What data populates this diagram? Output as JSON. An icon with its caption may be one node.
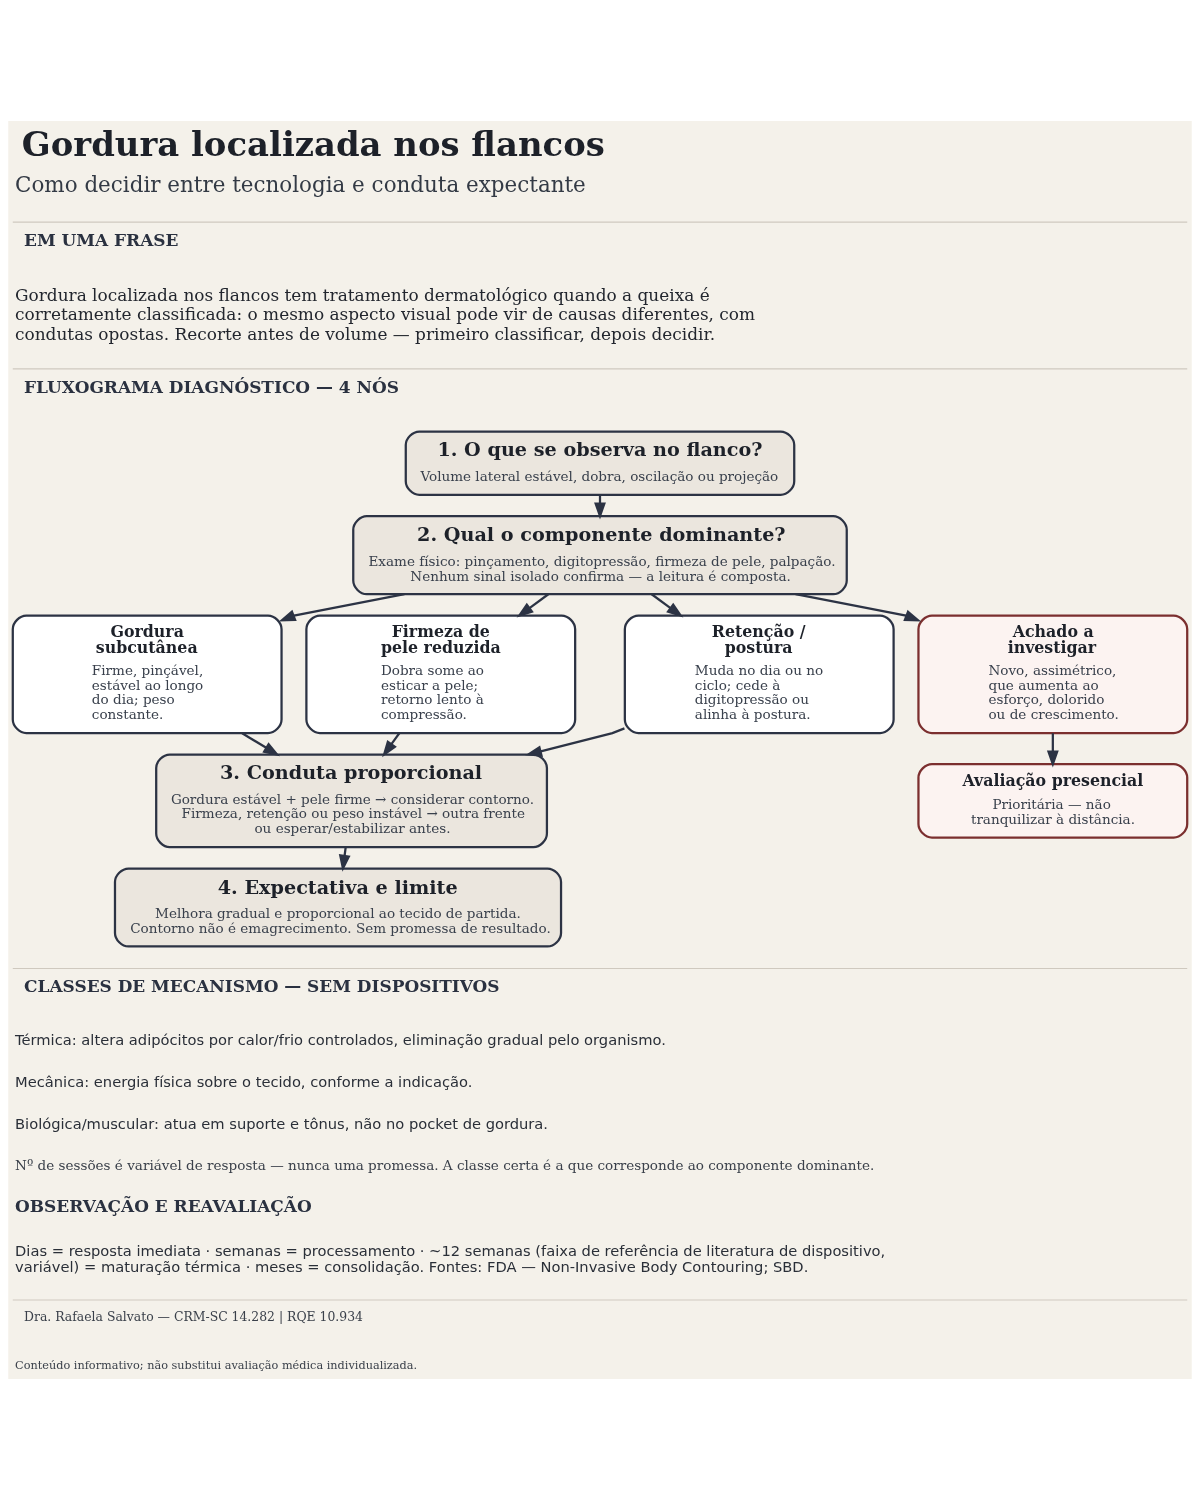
{
  "diagram": {
    "title": "Gordura localizada nos flancos",
    "nodes": [
      {
        "text": [
          "1. O que se observa no flanco?",
          "Volume lateral estável, dobra, oscilação ou projeção"
        ]
      },
      {
        "text": [
          "2. Qual o componente dominante?",
          "Exame físico: pinçamento, digitopressão, firmeza de pele, palpação. Nenhum sinal isolado confirma — a leitura é composta."
        ]
      },
      {
        "text": [
          "Gordura subcutânea",
          "Firme, pinçável, estável ao longo do dia; peso constante."
        ]
      },
      {
        "text": [
          "Firmeza de pele reduzida",
          "Dobra some ao esticar a pele; retorno lento à compressão."
        ]
      },
      {
        "text": [
          "Retenção / postura",
          "Muda no dia ou no ciclo; cede à digitopressão ou alinha à postura."
        ]
      },
      {
        "text": [
          "Achado a investigar",
          "Novo, assimétrico, que aumenta ao esforço, dolorido ou de crescimento."
        ]
      },
      {
        "text": [
          "3. Conduta proporcional",
          "Gordura estável + pele firme → considerar contorno. Firmeza, retenção ou peso instável → outra frente ou esperar/estabilizar antes."
        ]
      },
      {
        "text": [
          "Avaliação presencial",
          "Prioritária — não tranquilizar à distância."
        ]
      },
      {
        "text": [
          "4. Expectativa e limite",
          "Melhora gradual e proporcional ao tecido de partida. Contorno não é emagrecimento. Sem promessa de resultado."
        ]
      }
    ],
    "edges": [
      {
        "from": 0,
        "to": 1,
        "arrow": "to"
      },
      {
        "from": 1,
        "to": 2,
        "arrow": "to"
      },
      {
        "from": 1,
        "to": 3,
        "arrow": "to"
      },
      {
        "from": 1,
        "to": 4,
        "arrow": "to"
      },
      {
        "from": 1,
        "to": 5,
        "arrow": "to"
      },
      {
        "from": 2,
        "to": 6,
        "arrow": "to"
      },
      {
        "from": 3,
        "to": 6,
        "arrow": "to"
      },
      {
        "from": 4,
        "to": 6,
        "arrow": "to"
      },
      {
        "from": 5,
        "to": 7,
        "arrow": "to"
      },
      {
        "from": 6,
        "to": 8,
        "arrow": "to"
      }
    ],
    "labels": [
      "Como decidir entre tecnologia e conduta expectante",
      "EM UMA FRASE",
      "Gordura localizada nos flancos tem tratamento dermatológico quando a queixa é corretamente classificada: o mesmo aspecto visual pode vir de causas diferentes, com condutas opostas. Recorte antes de volume — primeiro classificar, depois decidir.",
      "FLUXOGRAMA DIAGNÓSTICO — 4 NÓS",
      "CLASSES DE MECANISMO — SEM DISPOSITIVOS",
      "Térmica: altera adipócitos por calor/frio controlados, eliminação gradual pelo organismo.",
      "Mecânica: energia física sobre o tecido, conforme a indicação.",
      "Biológica/muscular: atua em suporte e tônus, não no pocket de gordura.",
      "Nº de sessões é variável de resposta — nunca uma promessa. A classe certa é a que corresponde ao componente dominante.",
      "OBSERVAÇÃO E REAVALIAÇÃO",
      "Dias = resposta imediata · semanas = processamento · ~12 semanas (faixa de referência de literatura de dispositivo, variável) = maturação térmica · meses = consolidação. Fontes: FDA — Non-Invasive Body Contouring; SBD.",
      "Dra. Rafaela Salvato — CRM-SC 14.282 | RQE 10.934",
      "Conteúdo informativo; não substitui avaliação médica individualizada."
    ]
  }
}
